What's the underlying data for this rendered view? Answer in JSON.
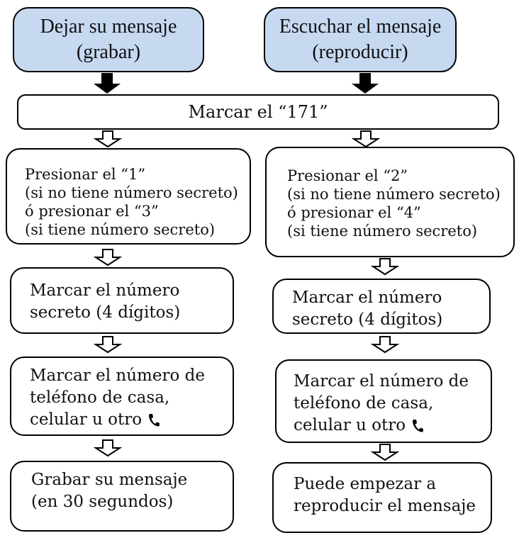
{
  "headers": {
    "left": [
      "Dejar su mensaje",
      "(grabar)"
    ],
    "right": [
      "Escuchar el mensaje",
      "(reproducir)"
    ]
  },
  "dial": "Marcar el “171”",
  "left_steps": {
    "press": [
      "Presionar el “1”",
      "(si no tiene número secreto)",
      "ó presionar el “3”",
      "(si tiene número secreto)"
    ],
    "secret": [
      "Marcar el número",
      "secreto (4 dígitos)"
    ],
    "phone": [
      "Marcar el número de",
      "teléfono de casa,",
      "celular u otro"
    ],
    "final": [
      "Grabar su mensaje",
      "(en 30 segundos)"
    ]
  },
  "right_steps": {
    "press": [
      "Presionar el “2”",
      "(si no tiene número secreto)",
      "ó presionar el “4”",
      "(si tiene número secreto)"
    ],
    "secret": [
      "Marcar el número",
      "secreto (4 dígitos)"
    ],
    "phone": [
      "Marcar el número de",
      "teléfono de casa,",
      "celular u otro"
    ],
    "final": [
      "Puede empezar a",
      "reproducir el mensaje"
    ]
  },
  "icons": {
    "phone": "phone-handset-icon",
    "arrow_solid": "solid-down-arrow-icon",
    "arrow_hollow": "hollow-down-arrow-icon"
  },
  "colors": {
    "header_fill": "#c6d9f1",
    "border": "#000000"
  }
}
